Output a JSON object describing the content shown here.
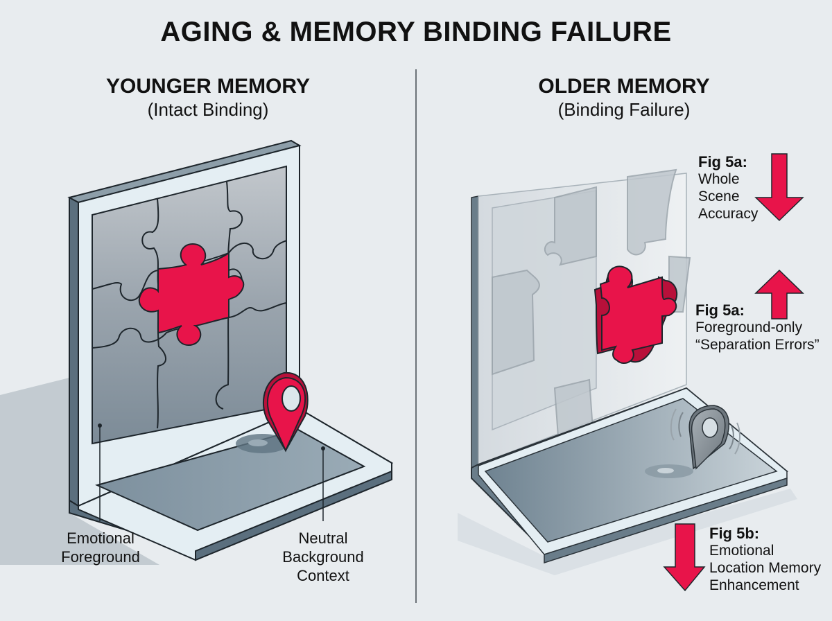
{
  "title": "AGING & MEMORY BINDING FAILURE",
  "left_panel": {
    "heading": "YOUNGER MEMORY",
    "subheading": "(Intact Binding)",
    "labels": {
      "foreground": [
        "Emotional",
        "Foreground"
      ],
      "background": [
        "Neutral",
        "Background",
        "Context"
      ]
    }
  },
  "right_panel": {
    "heading": "OLDER MEMORY",
    "subheading": "(Binding Failure)",
    "annotations": [
      {
        "fig": "Fig 5a:",
        "lines": [
          "Whole",
          "Scene",
          "Accuracy"
        ],
        "direction": "down",
        "arrow_icon": "arrow-down-icon"
      },
      {
        "fig": "Fig 5a:",
        "lines": [
          "Foreground-only",
          "“Separation Errors”"
        ],
        "direction": "up",
        "arrow_icon": "arrow-up-icon"
      },
      {
        "fig": "Fig 5b:",
        "lines": [
          "Emotional",
          "Location Memory",
          "Enhancement"
        ],
        "direction": "down",
        "arrow_icon": "arrow-down-icon"
      }
    ]
  },
  "colors": {
    "accent": "#e8144a",
    "background": "#e8ecef",
    "frame_dark": "#5b6f7e",
    "frame_light": "#e4eef3"
  }
}
